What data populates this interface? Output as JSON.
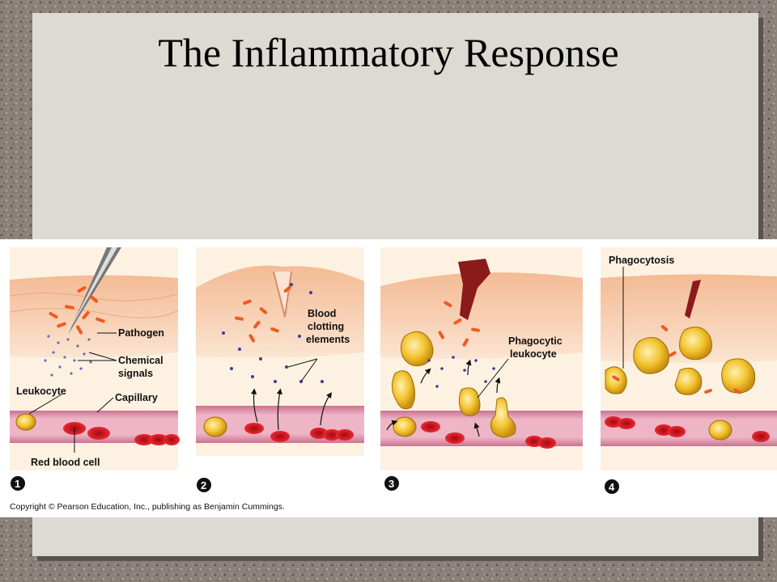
{
  "slide": {
    "title": "The Inflammatory Response"
  },
  "figure": {
    "panels": [
      {
        "number": "1",
        "labels": {
          "pathogen": "Pathogen",
          "chemical_line1": "Chemical",
          "chemical_line2": "signals",
          "leukocyte": "Leukocyte",
          "capillary": "Capillary",
          "rbc": "Red blood cell"
        }
      },
      {
        "number": "2",
        "labels": {
          "line1": "Blood",
          "line2": "clotting",
          "line3": "elements"
        }
      },
      {
        "number": "3",
        "labels": {
          "line1": "Phagocytic",
          "line2": "leukocyte"
        }
      },
      {
        "number": "4",
        "labels": {
          "line1": "Phagocytosis"
        }
      }
    ],
    "copyright": "Copyright © Pearson Education, Inc., publishing as Benjamin Cummings."
  },
  "colors": {
    "skin": "#f6c7a4",
    "capillary": "#e9a3b8",
    "rbc": "#e1202b",
    "pathogen": "#f05a22",
    "leukocyte": "#f3c22f",
    "chemical_dot": "#6670b0",
    "clot_dot": "#3d3f8f"
  }
}
